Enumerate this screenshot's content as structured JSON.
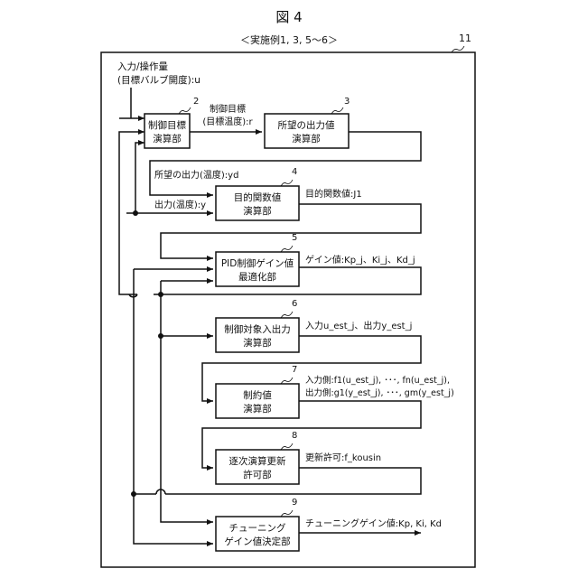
{
  "figure": {
    "title": "図 4",
    "subtitle": "＜実施例1, 3, 5〜6＞",
    "frame_ref": "11"
  },
  "input_label": {
    "line1": "入力/操作量",
    "line2": "(目標バルブ開度):u"
  },
  "blocks": [
    {
      "ref": "2",
      "line1": "制御目標",
      "line2": "演算部"
    },
    {
      "ref": "3",
      "line1": "所望の出力値",
      "line2": "演算部"
    },
    {
      "ref": "4",
      "line1": "目的関数値",
      "line2": "演算部"
    },
    {
      "ref": "5",
      "line1": "PID制御ゲイン値",
      "line2": "最適化部"
    },
    {
      "ref": "6",
      "line1": "制御対象入出力",
      "line2": "演算部"
    },
    {
      "ref": "7",
      "line1": "制約値",
      "line2": "演算部"
    },
    {
      "ref": "8",
      "line1": "逐次演算更新",
      "line2": "許可部"
    },
    {
      "ref": "9",
      "line1": "チューニング",
      "line2": "ゲイン値決定部"
    }
  ],
  "signals": {
    "r_line1": "制御目標",
    "r_line2": "(目標温度):r",
    "yd": "所望の出力(温度):yd",
    "y": "出力(温度):y",
    "j1": "目的関数値:J1",
    "gains_j": "ゲイン値:Kp_j、Ki_j、Kd_j",
    "io_est": "入力u_est_j、出力y_est_j",
    "constraint_in": "入力側:f1(u_est_j), ･･･, fn(u_est_j),",
    "constraint_out": "出力側:g1(y_est_j), ･･･, gm(y_est_j)",
    "update": "更新許可:f_kousin",
    "tuning": "チューニングゲイン値:Kp, Ki, Kd"
  }
}
